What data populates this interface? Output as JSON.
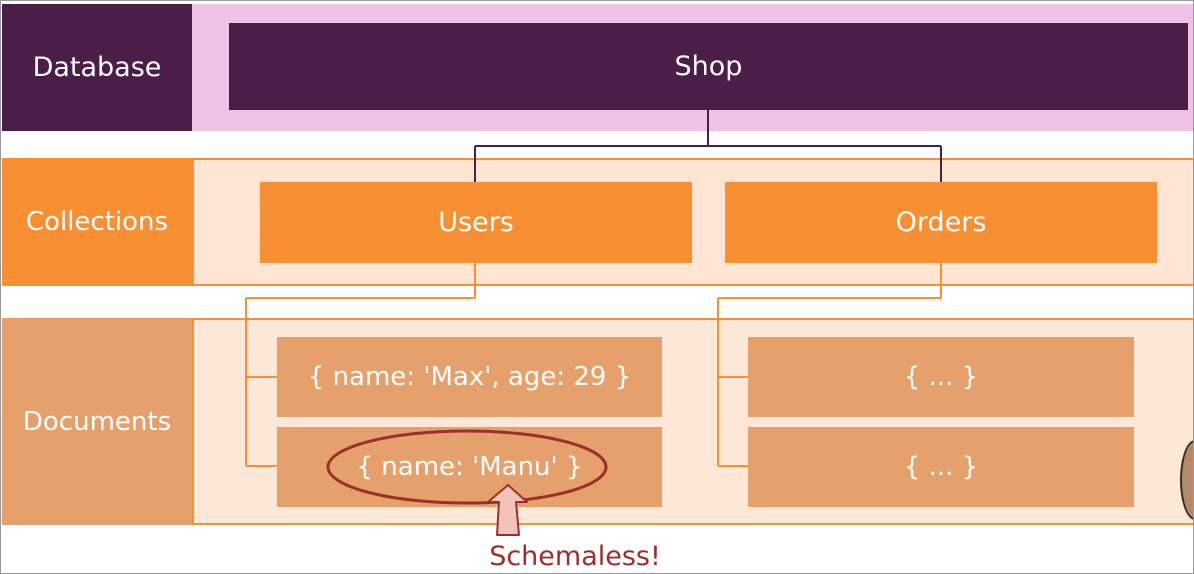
{
  "rows": {
    "database": "Database",
    "collections": "Collections",
    "documents": "Documents"
  },
  "database": {
    "name": "Shop"
  },
  "collections": [
    {
      "name": "Users",
      "documents": [
        "{ name: 'Max', age: 29 }",
        "{ name: 'Manu' }"
      ]
    },
    {
      "name": "Orders",
      "documents": [
        "{ ... }",
        "{ ... }"
      ]
    }
  ],
  "annotation": {
    "text": "Schemaless!",
    "color": "#9c2f2b"
  },
  "colors": {
    "database": "#4a1e47",
    "database_band": "#efc3e6",
    "collection": "#f98f33",
    "collection_band": "#fde4d3",
    "document": "#e6a06b",
    "document_band": "#fde7d7"
  }
}
